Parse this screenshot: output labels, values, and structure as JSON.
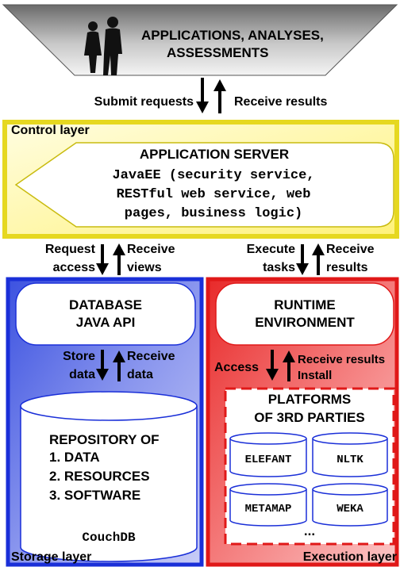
{
  "top": {
    "title_line1": "APPLICATIONS, ANALYSES,",
    "title_line2": "ASSESSMENTS",
    "icon": "users-silhouette-icon"
  },
  "top_flow": {
    "submit": "Submit requests",
    "receive": "Receive results"
  },
  "control_layer": {
    "label": "Control layer",
    "server_title": "APPLICATION SERVER",
    "server_lines": [
      "JavaEE (security service,",
      "RESTful web service, web",
      "pages, business logic)"
    ]
  },
  "left_flow": {
    "request_line1": "Request",
    "request_line2": "access",
    "receive_line1": "Receive",
    "receive_line2": "views"
  },
  "right_flow": {
    "execute_line1": "Execute",
    "execute_line2": "tasks",
    "receive_line1": "Receive",
    "receive_line2": "results"
  },
  "storage_layer": {
    "label": "Storage layer",
    "api_line1": "DATABASE",
    "api_line2": "JAVA API",
    "store_line1": "Store",
    "store_line2": "data",
    "receive_line1": "Receive",
    "receive_line2": "data",
    "repo_title": "REPOSITORY OF",
    "repo_items": [
      "1. DATA",
      "2. RESOURCES",
      "3. SOFTWARE"
    ],
    "repo_db": "CouchDB"
  },
  "execution_layer": {
    "label": "Execution layer",
    "runtime_line1": "RUNTIME",
    "runtime_line2": "ENVIRONMENT",
    "access": "Access",
    "receive_results": "Receive results",
    "install": "Install",
    "platforms_line1": "PLATFORMS",
    "platforms_line2": "OF 3RD PARTIES",
    "platforms": [
      "ELEFANT",
      "NLTK",
      "METAMAP",
      "WEKA"
    ],
    "more": "..."
  },
  "colors": {
    "control_fill": "#fffbb0",
    "control_border": "#e6d820",
    "storage_fill": "#5c6ee6",
    "storage_border": "#1a2fd8",
    "execution_fill": "#f24b4b",
    "execution_border": "#e01818"
  }
}
